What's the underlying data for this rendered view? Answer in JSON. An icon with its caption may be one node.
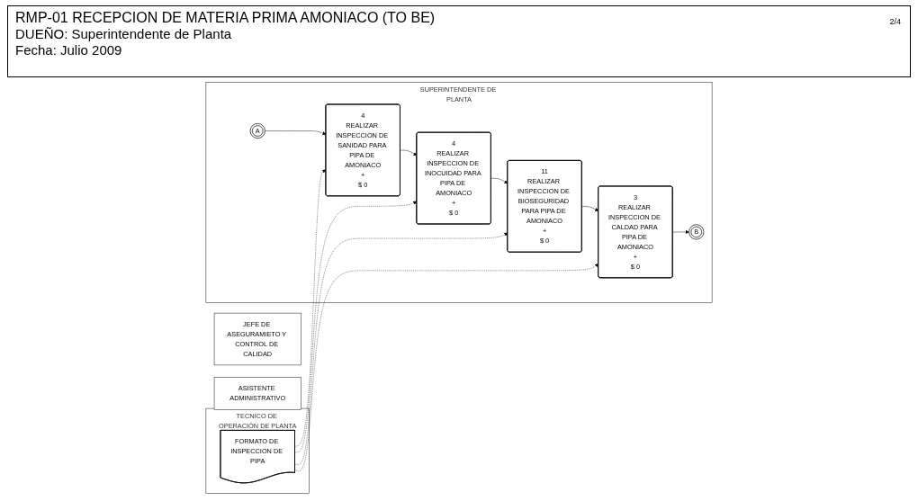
{
  "diagram": {
    "title": "RMP-01 RECEPCION DE MATERIA PRIMA AMONIACO (TO BE)",
    "nodes": [
      {
        "text": [
          "TECNICO DE OPERACIÓN DE PLANTA"
        ]
      },
      {
        "text": [
          "FORMATO DE INSPECCION DE PIPA"
        ],
        "in": 0
      },
      {
        "text": [
          "SUPERINTENDENTE DE PLANTA"
        ]
      },
      {
        "text": [
          "A"
        ],
        "in": 2
      },
      {
        "text": [
          "4",
          "REALIZAR INSPECCION DE SANIDAD PARA PIPA DE AMONIACO",
          "+",
          "$ 0"
        ],
        "in": 2
      },
      {
        "text": [
          "4",
          "REALIZAR INSPECCION DE INOCUIDAD PARA PIPA DE AMONIACO",
          "+",
          "$ 0"
        ],
        "in": 2
      },
      {
        "text": [
          "11",
          "REALIZAR INSPECCION DE BIOSEGURIDAD PARA PIPA DE AMONIACO",
          "+",
          "$ 0"
        ],
        "in": 2
      },
      {
        "text": [
          "3",
          "REALIZAR INSPECCION DE CALDAD PARA PIPA DE AMONIACO",
          "+",
          "$ 0"
        ],
        "in": 2
      },
      {
        "text": [
          "B"
        ],
        "in": 2
      },
      {
        "text": [
          "JEFE DE ASEGURAMIETO Y CONTROL DE CALIDAD"
        ]
      },
      {
        "text": [
          "ASISTENTE ADMINISTRATIVO"
        ]
      }
    ],
    "edges": [
      {
        "from": 3,
        "to": 4,
        "arrow": "to"
      },
      {
        "from": 4,
        "to": 5,
        "arrow": "to"
      },
      {
        "from": 5,
        "to": 6,
        "arrow": "to"
      },
      {
        "from": 6,
        "to": 7,
        "arrow": "to"
      },
      {
        "from": 7,
        "to": 8,
        "arrow": "to"
      },
      {
        "from": 1,
        "to": 4,
        "arrow": "to",
        "style": "dashed"
      },
      {
        "from": 1,
        "to": 5,
        "arrow": "to",
        "style": "dashed"
      },
      {
        "from": 1,
        "to": 6,
        "arrow": "to",
        "style": "dashed"
      },
      {
        "from": 1,
        "to": 7,
        "arrow": "to",
        "style": "dashed"
      }
    ],
    "labels": [
      "DUEÑO: Superintendente de Planta",
      "Fecha: Julio 2009",
      "2/4"
    ]
  }
}
